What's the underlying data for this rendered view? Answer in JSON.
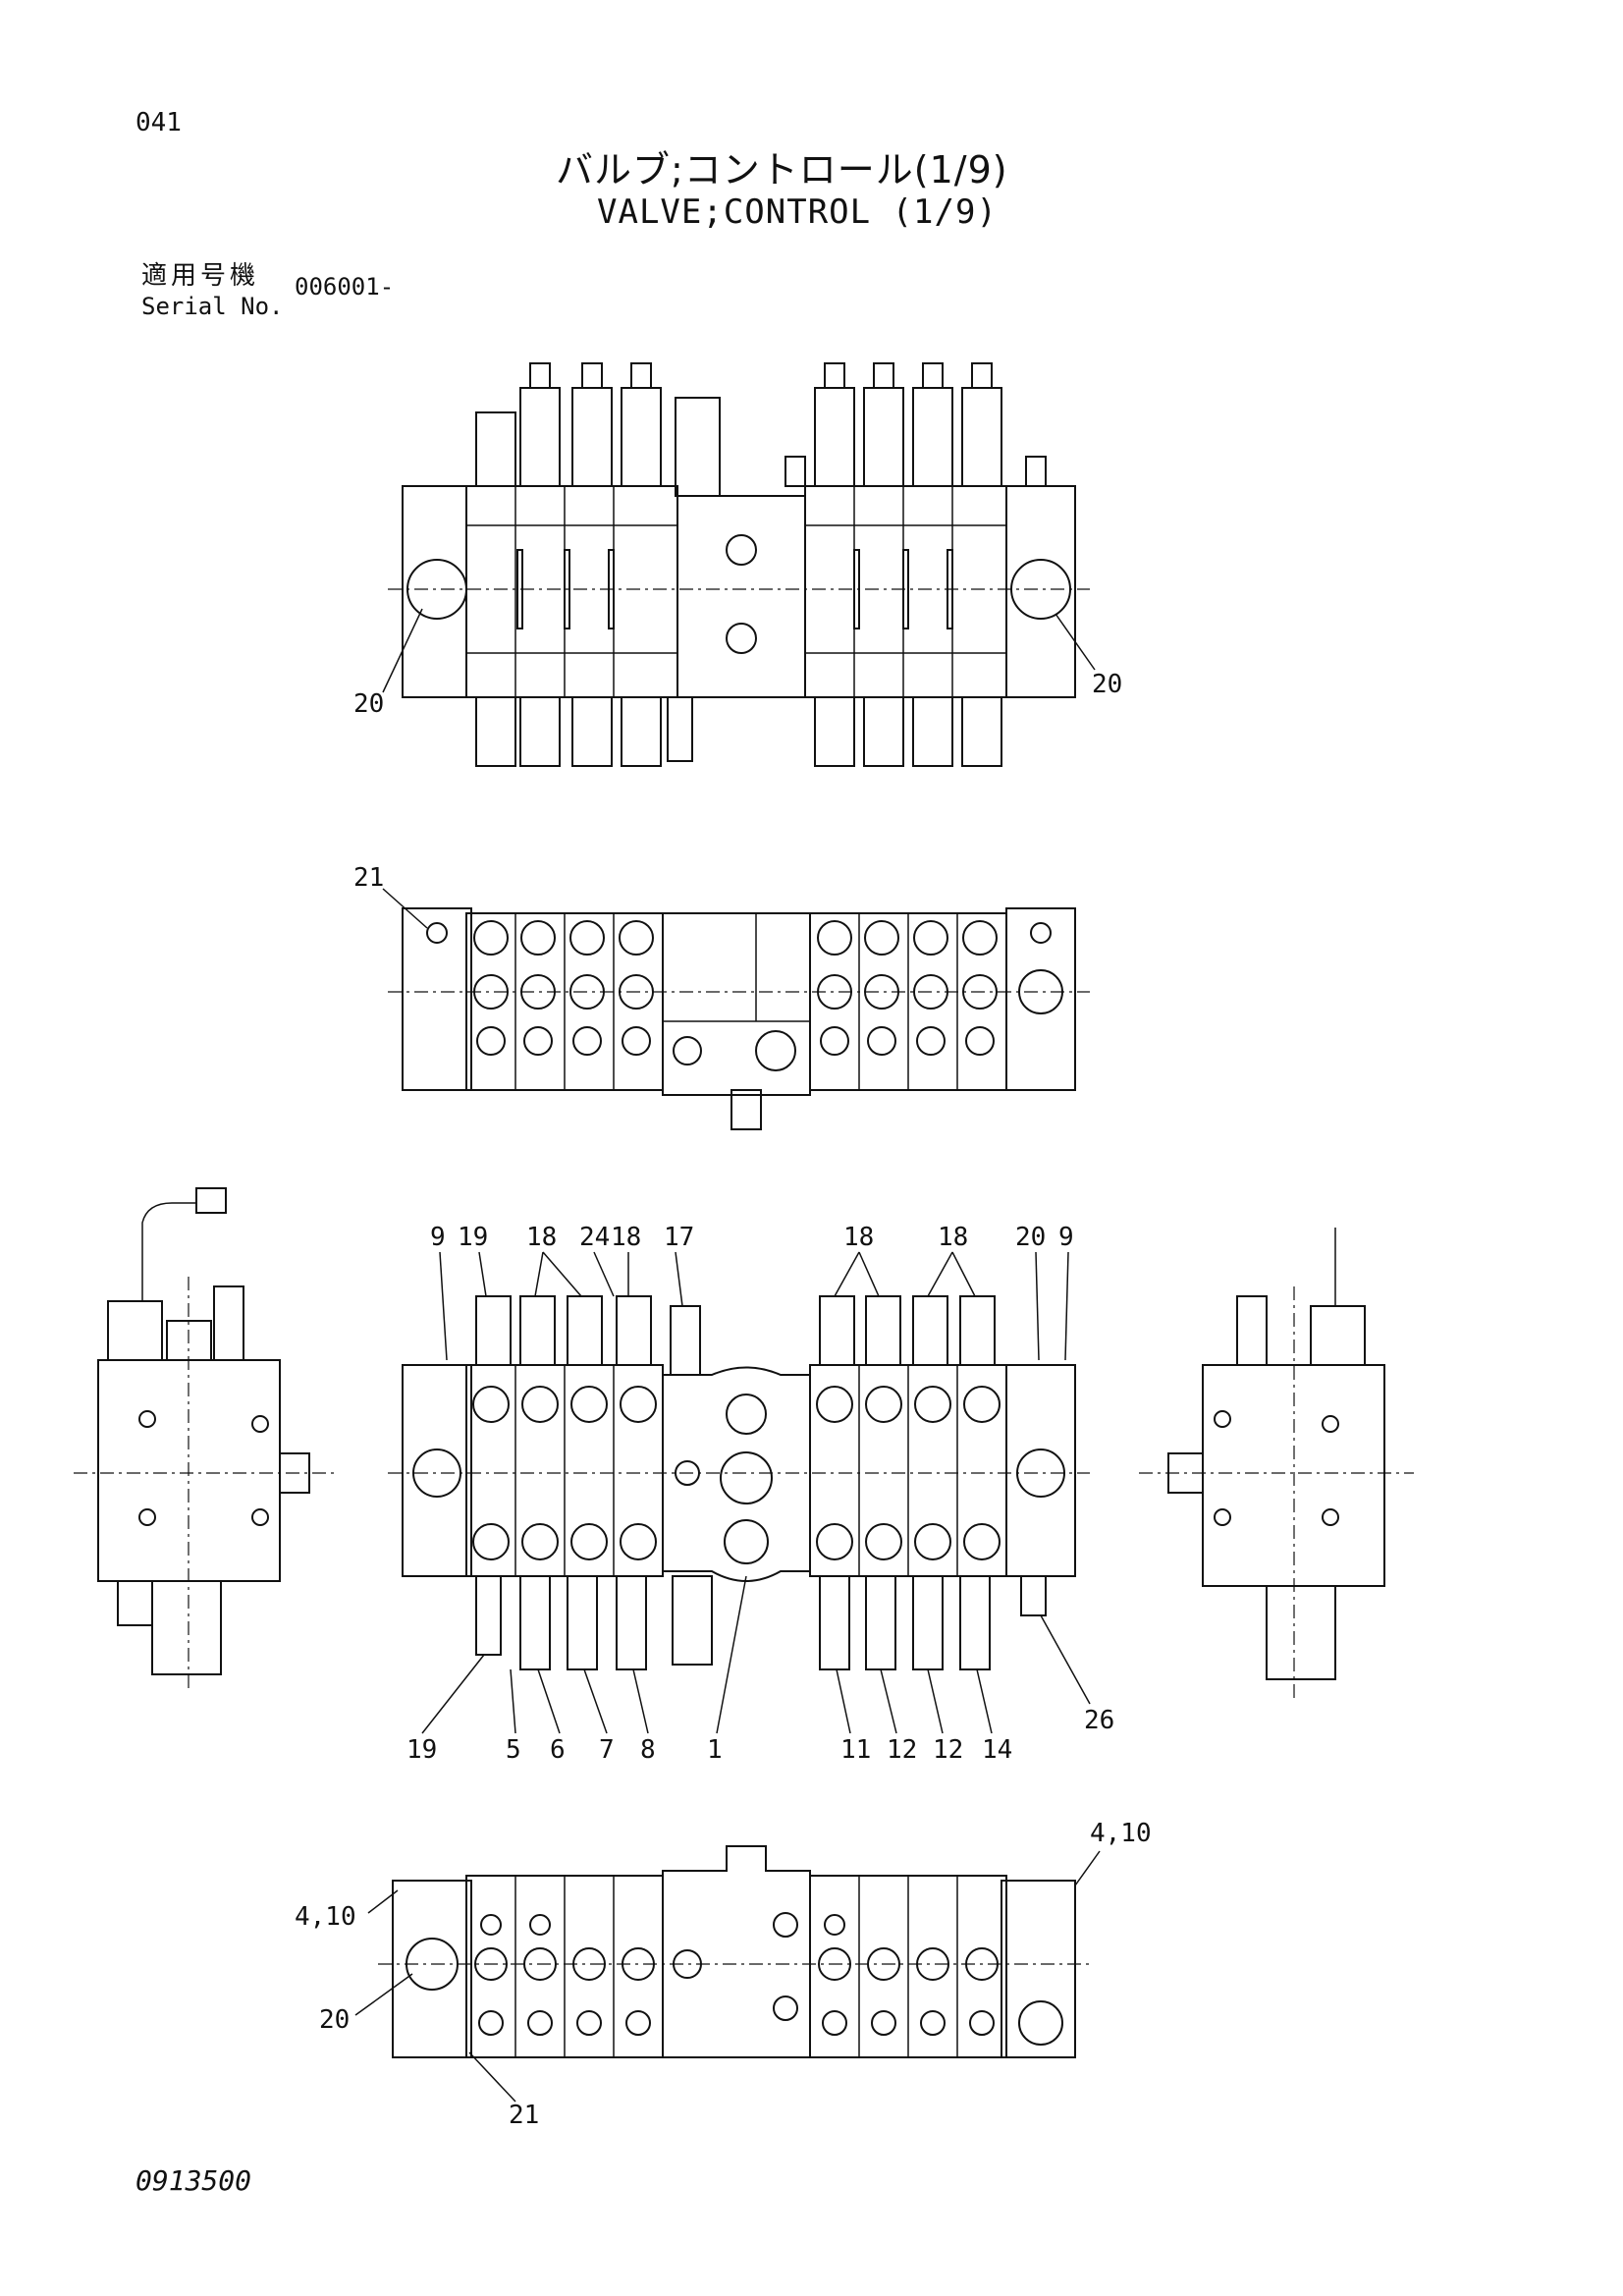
{
  "header": {
    "page_code": "041",
    "title_jp": "バルブ;コントロール(1/9)",
    "title_en": "VALVE;CONTROL (1/9)",
    "serial_label_jp": "適用号機",
    "serial_label_en": "Serial No.",
    "serial_value": "006001-"
  },
  "footer": {
    "document_number": "0913500"
  },
  "callouts": {
    "top_view": [
      "20",
      "20"
    ],
    "upper_plan": [
      "21"
    ],
    "front_view_top": [
      "9",
      "19",
      "18",
      "24",
      "18",
      "17",
      "18",
      "18",
      "20",
      "9"
    ],
    "front_view_bottom": [
      "19",
      "5",
      "6",
      "7",
      "8",
      "1",
      "11",
      "12",
      "12",
      "14",
      "26"
    ],
    "lower_plan": [
      "4,10",
      "4,10",
      "20",
      "21"
    ]
  }
}
